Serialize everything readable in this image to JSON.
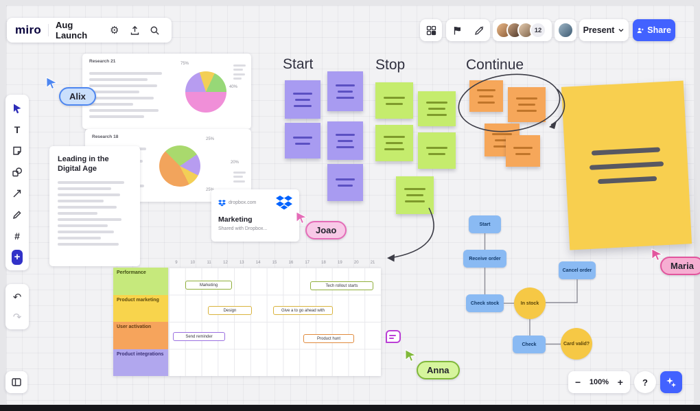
{
  "header": {
    "logo": "miro",
    "board_name": "Aug Launch",
    "collab_count": "12",
    "present_label": "Present",
    "share_label": "Share"
  },
  "colors": {
    "brand_blue": "#4262ff",
    "sticky_purple": "#a89bf1",
    "sticky_green": "#c5ec6d",
    "sticky_orange": "#f6a75a",
    "sticky_yellow": "#f8cf4f",
    "flow_blue": "#8abaf3",
    "flow_yellow": "#f6c845",
    "cursor_alix": "#4d86f0",
    "cursor_joao": "#e46cb7",
    "cursor_maria": "#e2559d",
    "cursor_anna": "#80b83a"
  },
  "cursors": {
    "alix": "Alix",
    "joao": "Joao",
    "maria": "Maria",
    "anna": "Anna"
  },
  "retro": {
    "start": "Start",
    "stop": "Stop",
    "continue": "Continue"
  },
  "research_cards": [
    {
      "title": "Research 21",
      "labels": [
        "75%",
        "40%"
      ],
      "pie_segments": [
        {
          "color": "#b79cf0",
          "pct": 20
        },
        {
          "color": "#f3cf56",
          "pct": 12
        },
        {
          "color": "#97d877",
          "pct": 18
        },
        {
          "color": "#f08fd8",
          "pct": 50
        }
      ]
    },
    {
      "title": "Research 18",
      "labels": [
        "25%",
        "20%",
        "25%"
      ],
      "pie_segments": [
        {
          "color": "#a9d96d",
          "pct": 28
        },
        {
          "color": "#b79cf0",
          "pct": 17
        },
        {
          "color": "#f3cf56",
          "pct": 10
        },
        {
          "color": "#f2a45c",
          "pct": 45
        }
      ]
    }
  ],
  "doc_card": {
    "title": "Leading in the Digital Age"
  },
  "dropbox_card": {
    "domain": "dropbox.com",
    "title": "Marketing",
    "subtitle": "Shared with Dropbox..."
  },
  "flowchart": {
    "start": "Start",
    "receive": "Receive order",
    "check_stock": "Check stock",
    "in_stock": "In stock",
    "cancel": "Cancel order",
    "check": "Check",
    "card_valid": "Card valid?"
  },
  "timeline": {
    "columns": [
      "9",
      "10",
      "11",
      "12",
      "13",
      "14",
      "15",
      "16",
      "17",
      "18",
      "19",
      "20",
      "21"
    ],
    "rows": [
      "Performance",
      "Product marketing",
      "User activation",
      "Product integrations"
    ],
    "bars": [
      "Marketing",
      "Tech rollout starts",
      "Design",
      "Give a to go ahead with",
      "Send reminder",
      "Product hunt"
    ]
  },
  "zoom": {
    "out": "−",
    "level": "100%",
    "in": "+",
    "help": "?"
  }
}
